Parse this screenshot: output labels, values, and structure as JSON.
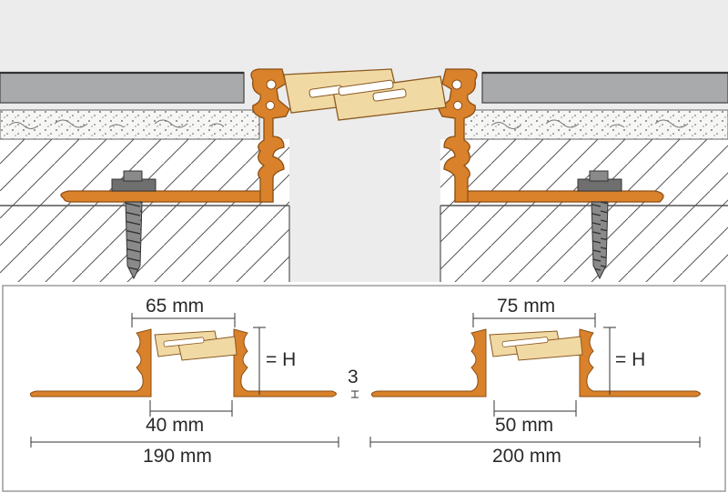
{
  "colors": {
    "profile": "#d9822b",
    "profile_dark": "#8a4e15",
    "insert": "#f1d9a4",
    "tile": "#a9aaac",
    "screed": "#f4f4f2",
    "concrete_line": "#9a9a9a",
    "background_top": "#ececec",
    "panel_border": "#9c9c9c"
  },
  "left_detail": {
    "top_width": "65 mm",
    "bottom_width": "40 mm",
    "total_width": "190 mm",
    "height_label": "= H"
  },
  "right_detail": {
    "top_width": "75 mm",
    "bottom_width": "50 mm",
    "total_width": "200 mm",
    "height_label": "= H"
  },
  "flange_thickness": "3"
}
